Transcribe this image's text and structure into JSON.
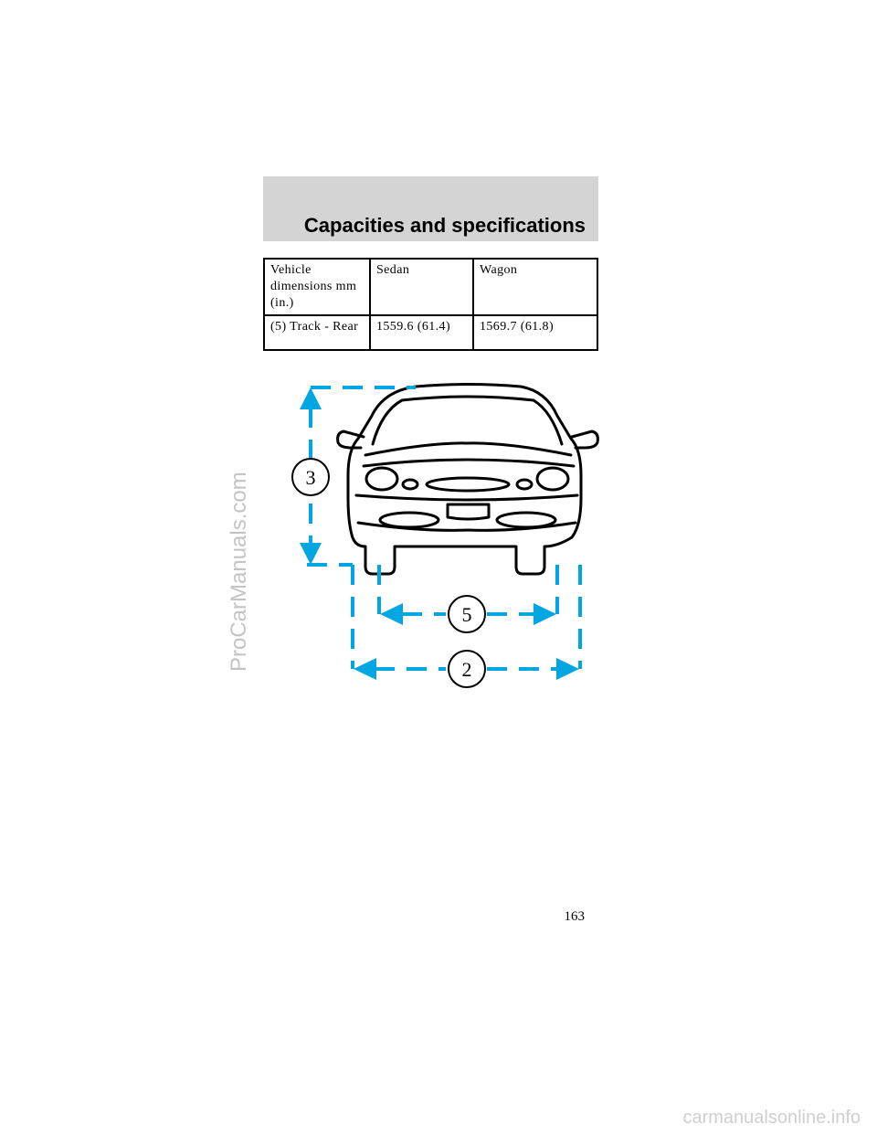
{
  "header": {
    "title": "Capacities and specifications"
  },
  "table": {
    "headers": [
      "Vehicle dimensions mm (in.)",
      "Sedan",
      "Wagon"
    ],
    "rows": [
      [
        "(5) Track - Rear",
        "1559.6 (61.4)",
        "1569.7 (61.8)"
      ]
    ]
  },
  "diagram": {
    "labels": [
      "3",
      "5",
      "2"
    ],
    "dimension_color": "#00a6e2"
  },
  "watermark": "ProCarManuals.com",
  "page_number": "163",
  "footer_watermark": "carmanualsonline.info"
}
